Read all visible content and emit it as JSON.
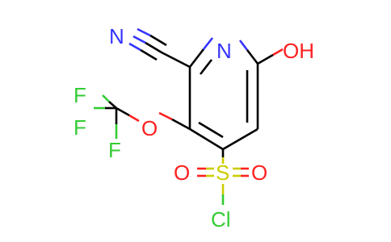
{
  "molecule": {
    "atoms": {
      "cyano_n": "N",
      "ring_n": "N",
      "hydroxyl": "OH",
      "fluorine_top": "F",
      "fluorine_left": "F",
      "fluorine_bottom": "F",
      "ether_o": "O",
      "sulfonyl_o_left": "O",
      "sulfur": "S",
      "sulfonyl_o_right": "O",
      "chlorine": "Cl"
    },
    "colors": {
      "carbon_bond": "#000000",
      "nitrogen": "#3333ff",
      "oxygen": "#ff2020",
      "fluorine": "#33cc33",
      "sulfur": "#cccc00",
      "chlorine": "#33cc33"
    }
  }
}
